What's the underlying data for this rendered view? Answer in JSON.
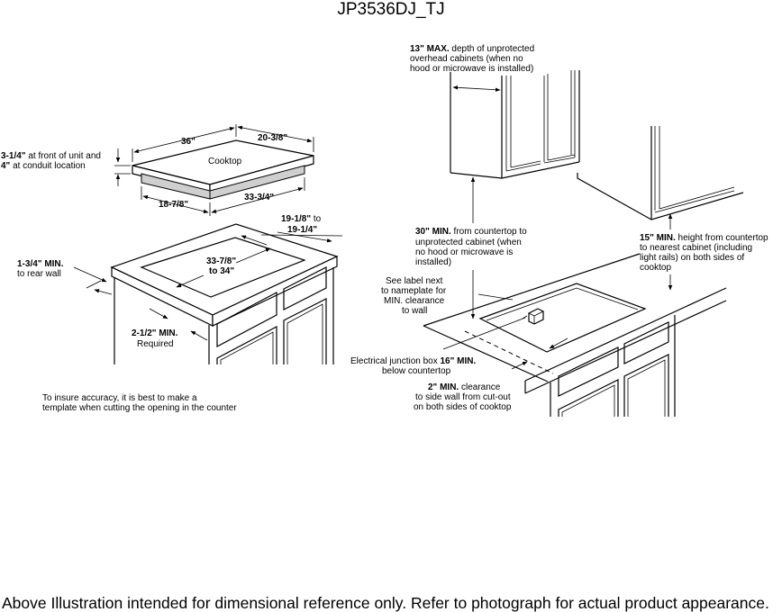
{
  "model": "JP3536DJ_TJ",
  "cooktop": {
    "label": "Cooktop",
    "width": "36\"",
    "depth": "20-3/8\"",
    "front_note_bold": "3-1/4\"",
    "front_note_rest": " at front of unit and",
    "conduit_note_bold": "4\"",
    "conduit_note_rest": " at conduit location",
    "cutout_depth": "18-7/8\"",
    "cutout_width": "33-3/4\""
  },
  "countertop": {
    "cut_depth_bold": "19-1/8\"",
    "cut_depth_to": " to",
    "cut_depth_max": "19-1/4\"",
    "rear_wall_bold": "1-3/4\" MIN.",
    "rear_wall_rest": "to rear wall",
    "cut_width_1": "33-7/8\"",
    "cut_width_2": "to 34\"",
    "front_bold": "2-1/2\" MIN.",
    "front_rest": "Required",
    "template_1": "To insure accuracy, it is best to make a",
    "template_2": "template when cutting the opening in the counter"
  },
  "installation": {
    "overhead_bold": "13\" MAX.",
    "overhead_1": " depth of unprotected",
    "overhead_2": "overhead cabinets (when no",
    "overhead_3": "hood or microwave is installed)",
    "cab30_bold": "30\" MIN.",
    "cab30_1": " from countertop to",
    "cab30_2": "unprotected cabinet (when",
    "cab30_3": "no hood or microwave is",
    "cab30_4": "installed)",
    "h15_bold": "15\" MIN.",
    "h15_1": " height from countertop",
    "h15_2": "to nearest cabinet (including",
    "h15_3": "light rails) on both sides of",
    "h15_4": "cooktop",
    "label_1": "See label next",
    "label_2": "to nameplate for",
    "label_3": "MIN. clearance",
    "label_4": "to wall",
    "junction_1": "Electrical junction box ",
    "junction_bold": "16\" MIN.",
    "junction_2": "below countertop",
    "side_bold": "2\" MIN.",
    "side_1": " clearance",
    "side_2": "to side wall from cut-out",
    "side_3": "on both sides of cooktop"
  },
  "footer": "Above Illustration intended for dimensional reference only. Refer to photograph for actual product appearance."
}
